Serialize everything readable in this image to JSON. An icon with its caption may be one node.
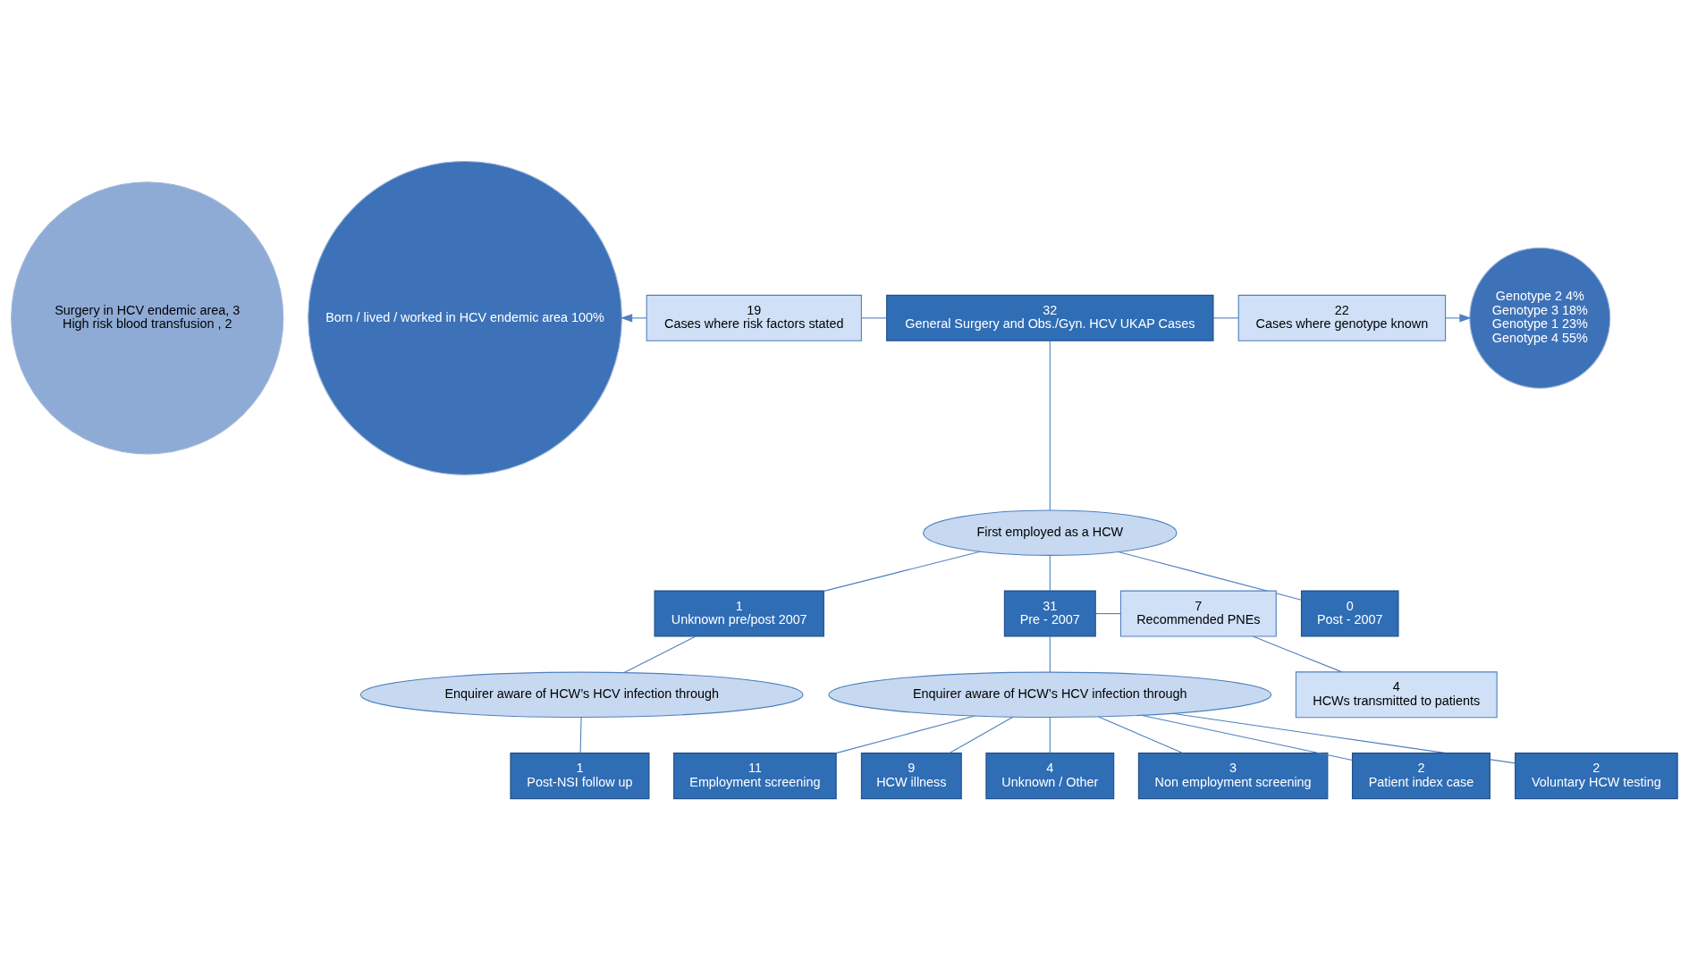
{
  "diagram": {
    "nodes": [
      {
        "text": [
          "Surgery in HCV endemic area, 3",
          "High risk blood transfusion , 2"
        ]
      },
      {
        "text": [
          "Born / lived / worked in HCV endemic area 100%"
        ]
      },
      {
        "text": [
          "19",
          "Cases where risk factors stated"
        ]
      },
      {
        "text": [
          "32",
          "General Surgery and Obs./Gyn. HCV UKAP Cases"
        ]
      },
      {
        "text": [
          "22",
          "Cases where genotype known"
        ]
      },
      {
        "text": [
          "Genotype 2 4%",
          "Genotype 3 18%",
          "Genotype 1 23%",
          "Genotype 4 55%"
        ]
      },
      {
        "text": [
          "First employed as a HCW"
        ]
      },
      {
        "text": [
          "7",
          "Recommended PNEs"
        ]
      },
      {
        "text": [
          "4",
          "HCWs transmitted to patients"
        ]
      },
      {
        "text": [
          "31",
          "Pre - 2007"
        ]
      },
      {
        "text": [
          "0",
          "Post - 2007"
        ]
      },
      {
        "text": [
          "1",
          "Unknown pre/post 2007"
        ]
      },
      {
        "text": [
          "Enquirer aware of HCW’s HCV infection through"
        ]
      },
      {
        "text": [
          "Enquirer aware of HCW’s HCV infection through"
        ]
      },
      {
        "text": [
          "11",
          "Employment screening"
        ]
      },
      {
        "text": [
          "2",
          "Voluntary HCW testing"
        ]
      },
      {
        "text": [
          "9",
          "HCW illness"
        ]
      },
      {
        "text": [
          "4",
          "Unknown / Other"
        ]
      },
      {
        "text": [
          "3",
          "Non employment screening"
        ]
      },
      {
        "text": [
          "2",
          "Patient index case"
        ]
      },
      {
        "text": [
          "1",
          "Post-NSI follow up"
        ]
      }
    ],
    "edges": [
      {
        "from": 3,
        "to": 2,
        "arrow": "none"
      },
      {
        "from": 3,
        "to": 4,
        "arrow": "none"
      },
      {
        "from": 2,
        "to": 1,
        "arrow": "to"
      },
      {
        "from": 4,
        "to": 5,
        "arrow": "to"
      },
      {
        "from": 3,
        "to": 6,
        "arrow": "none"
      },
      {
        "from": 6,
        "to": 9,
        "arrow": "none"
      },
      {
        "from": 6,
        "to": 10,
        "arrow": "none"
      },
      {
        "from": 6,
        "to": 11,
        "arrow": "none"
      },
      {
        "from": 9,
        "to": 7,
        "arrow": "none"
      },
      {
        "from": 7,
        "to": 8,
        "arrow": "none"
      },
      {
        "from": 9,
        "to": 12,
        "arrow": "none"
      },
      {
        "from": 12,
        "to": 14,
        "arrow": "none"
      },
      {
        "from": 12,
        "to": 16,
        "arrow": "none"
      },
      {
        "from": 12,
        "to": 17,
        "arrow": "none"
      },
      {
        "from": 12,
        "to": 18,
        "arrow": "none"
      },
      {
        "from": 12,
        "to": 19,
        "arrow": "none"
      },
      {
        "from": 12,
        "to": 15,
        "arrow": "none"
      },
      {
        "from": 11,
        "to": 13,
        "arrow": "none"
      },
      {
        "from": 13,
        "to": 20,
        "arrow": "none"
      }
    ]
  }
}
